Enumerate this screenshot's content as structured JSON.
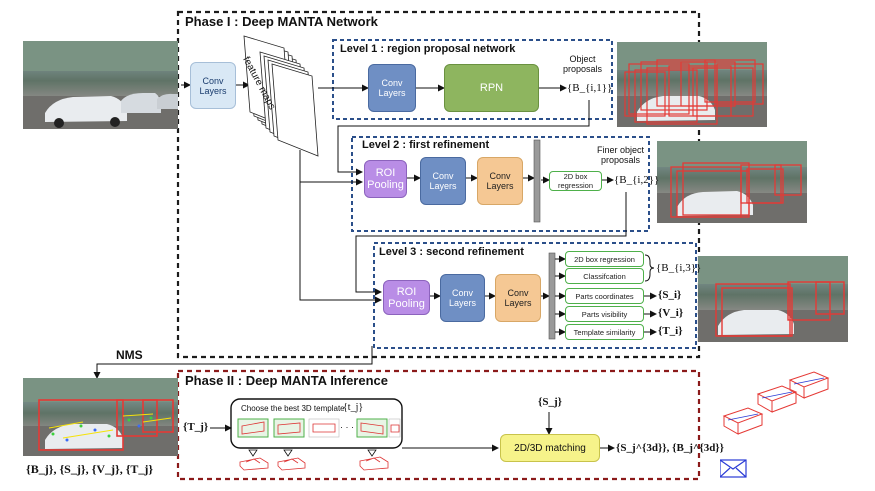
{
  "phase1": {
    "title": "Phase I : Deep MANTA Network"
  },
  "phase2": {
    "title": "Phase II : Deep MANTA Inference"
  },
  "input": {
    "conv_layers": "Conv\nLayers",
    "feature_maps": "feature maps"
  },
  "level1": {
    "title": "Level 1 : region proposal network",
    "conv": "Conv\nLayers",
    "rpn": "RPN",
    "note": "Object\nproposals",
    "output": "{B_{i,1}}"
  },
  "level2": {
    "title": "Level 2 : first refinement",
    "roi": "ROI\nPooling",
    "conv1": "Conv\nLayers",
    "conv2": "Conv\nLayers",
    "regression": "2D box\nregression",
    "note": "Finer object\nproposals",
    "output": "{B_{i,2}}"
  },
  "level3": {
    "title": "Level 3 : second refinement",
    "roi": "ROI\nPooling",
    "conv1": "Conv\nLayers",
    "conv2": "Conv\nLayers",
    "heads": [
      "2D box regression",
      "Classifcation",
      "Parts coordinates",
      "Parts visibility",
      "Template similarity"
    ],
    "out_b": "{B_{i,3}}",
    "out_s": "{S_i}",
    "out_v": "{V_i}",
    "out_t": "{T_i}"
  },
  "nms": "NMS",
  "inference": {
    "input_t": "{T_j}",
    "template_label": "Choose the best 3D template",
    "template_var": "{t_j}",
    "dots": "· · ·",
    "input_s": "{S_j}",
    "matching": "2D/3D matching",
    "output": "{S_j^{3d}}, {B_j^{3d}}"
  },
  "result_caption": "{B_j}, {S_j}, {V_j}, {T_j}",
  "colors": {
    "phase1_border": "#1c1c1c",
    "phase2_border": "#8b1a1a",
    "level_border": "#2b4f8a",
    "conv_blue": "#6f8fc4",
    "conv_orange": "#f5c894",
    "rpn_green": "#8eb55f",
    "roi_purple": "#b98de6",
    "head_green": "#4eb04a",
    "matching_yellow": "#f6f38a",
    "detection_red": "#e53935"
  }
}
